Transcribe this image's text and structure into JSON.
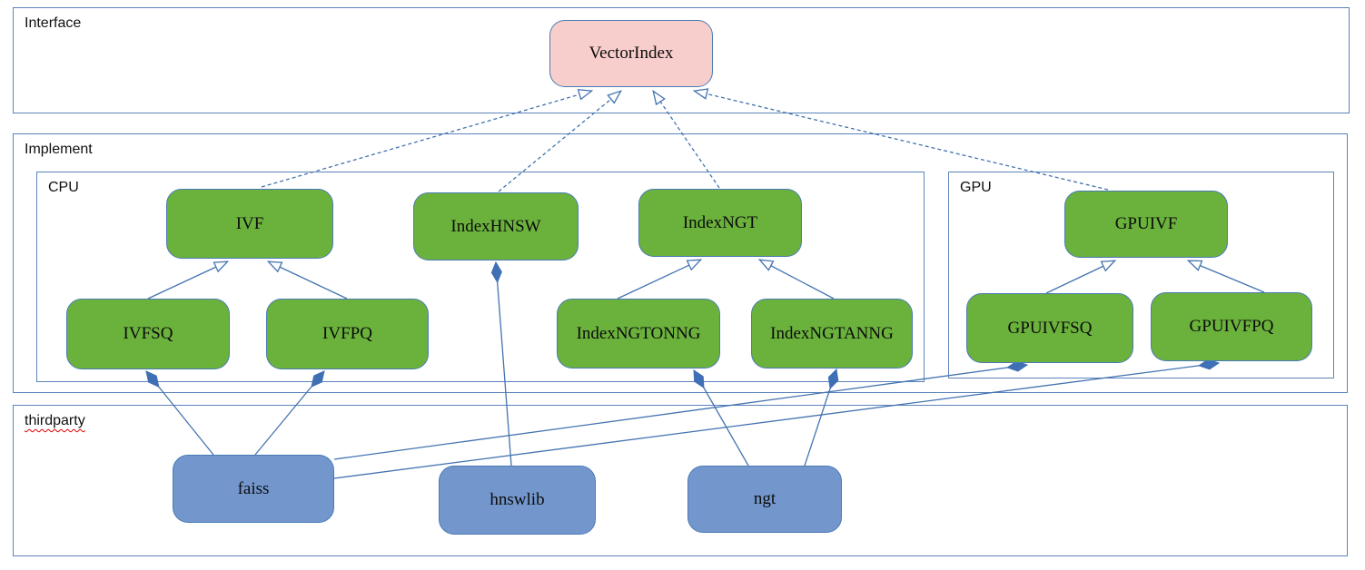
{
  "diagram": {
    "kind": "uml-package-class-diagram",
    "containers": {
      "interface": {
        "label": "Interface"
      },
      "implement": {
        "label": "Implement"
      },
      "cpu": {
        "label": "CPU"
      },
      "gpu": {
        "label": "GPU"
      },
      "thirdparty": {
        "label": "thirdparty"
      }
    },
    "nodes": {
      "vectorindex": {
        "label": "VectorIndex",
        "container": "interface",
        "kind": "interface"
      },
      "ivf": {
        "label": "IVF",
        "container": "cpu",
        "kind": "class"
      },
      "indexhnsw": {
        "label": "IndexHNSW",
        "container": "cpu",
        "kind": "class"
      },
      "indexngt": {
        "label": "IndexNGT",
        "container": "cpu",
        "kind": "class"
      },
      "ivfsq": {
        "label": "IVFSQ",
        "container": "cpu",
        "kind": "class"
      },
      "ivfpq": {
        "label": "IVFPQ",
        "container": "cpu",
        "kind": "class"
      },
      "indexngtonng": {
        "label": "IndexNGTONNG",
        "container": "cpu",
        "kind": "class"
      },
      "indexngtanng": {
        "label": "IndexNGTANNG",
        "container": "cpu",
        "kind": "class"
      },
      "gpuivf": {
        "label": "GPUIVF",
        "container": "gpu",
        "kind": "class"
      },
      "gpuivfsq": {
        "label": "GPUIVFSQ",
        "container": "gpu",
        "kind": "class"
      },
      "gpuivfpq": {
        "label": "GPUIVFPQ",
        "container": "gpu",
        "kind": "class"
      },
      "faiss": {
        "label": "faiss",
        "container": "thirdparty",
        "kind": "thirdparty"
      },
      "hnswlib": {
        "label": "hnswlib",
        "container": "thirdparty",
        "kind": "thirdparty"
      },
      "ngt": {
        "label": "ngt",
        "container": "thirdparty",
        "kind": "thirdparty"
      }
    },
    "edges": [
      {
        "from": "IVF",
        "to": "VectorIndex",
        "type": "realization"
      },
      {
        "from": "IndexHNSW",
        "to": "VectorIndex",
        "type": "realization"
      },
      {
        "from": "IndexNGT",
        "to": "VectorIndex",
        "type": "realization"
      },
      {
        "from": "GPUIVF",
        "to": "VectorIndex",
        "type": "realization"
      },
      {
        "from": "IVFSQ",
        "to": "IVF",
        "type": "generalization"
      },
      {
        "from": "IVFPQ",
        "to": "IVF",
        "type": "generalization"
      },
      {
        "from": "IndexNGTONNG",
        "to": "IndexNGT",
        "type": "generalization"
      },
      {
        "from": "IndexNGTANNG",
        "to": "IndexNGT",
        "type": "generalization"
      },
      {
        "from": "GPUIVFSQ",
        "to": "GPUIVF",
        "type": "generalization"
      },
      {
        "from": "GPUIVFPQ",
        "to": "GPUIVF",
        "type": "generalization"
      },
      {
        "from": "faiss",
        "to": "IVFSQ",
        "type": "composition"
      },
      {
        "from": "faiss",
        "to": "IVFPQ",
        "type": "composition"
      },
      {
        "from": "faiss",
        "to": "GPUIVFSQ",
        "type": "composition"
      },
      {
        "from": "faiss",
        "to": "GPUIVFPQ",
        "type": "composition"
      },
      {
        "from": "hnswlib",
        "to": "IndexHNSW",
        "type": "composition"
      },
      {
        "from": "ngt",
        "to": "IndexNGTONNG",
        "type": "composition"
      },
      {
        "from": "ngt",
        "to": "IndexNGTANNG",
        "type": "composition"
      }
    ],
    "colors": {
      "interface_fill": "#f8cecc",
      "class_fill": "#6bb23d",
      "thirdparty_fill": "#7397cd",
      "node_border": "#4a7ab5",
      "container_border": "#5b84ba",
      "connector": "#4473b0",
      "diamond_fill": "#3f6fb5",
      "spellcheck_underline": "#e00000"
    }
  }
}
